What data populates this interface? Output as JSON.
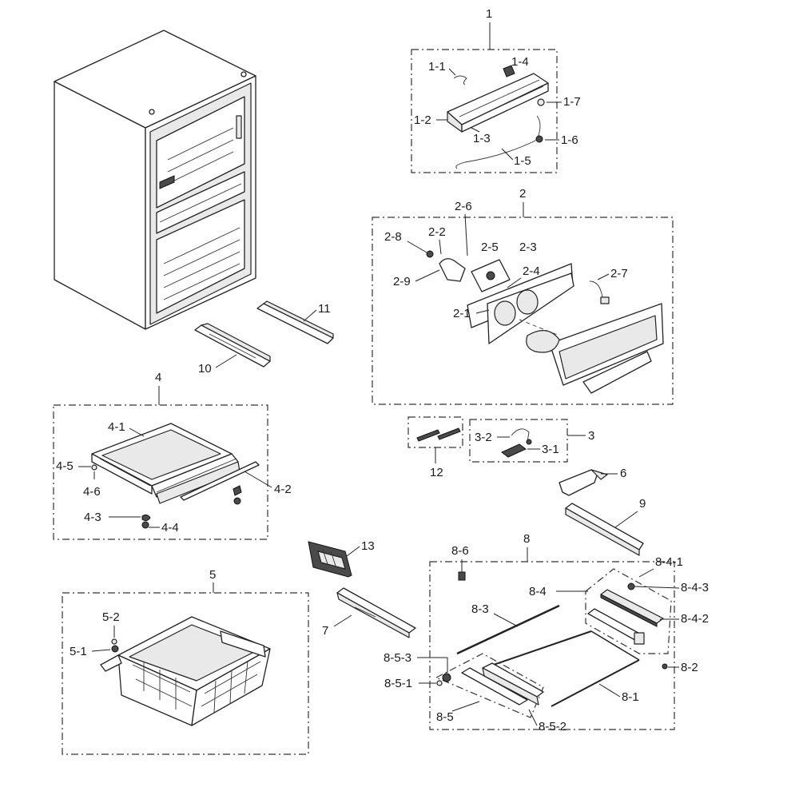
{
  "labels": {
    "g1": "1",
    "p1_1": "1-1",
    "p1_2": "1-2",
    "p1_3": "1-3",
    "p1_4": "1-4",
    "p1_5": "1-5",
    "p1_6": "1-6",
    "p1_7": "1-7",
    "g2": "2",
    "p2_1": "2-1",
    "p2_2": "2-2",
    "p2_3": "2-3",
    "p2_4": "2-4",
    "p2_5": "2-5",
    "p2_6": "2-6",
    "p2_7": "2-7",
    "p2_8": "2-8",
    "p2_9": "2-9",
    "g3": "3",
    "p3_1": "3-1",
    "p3_2": "3-2",
    "g4": "4",
    "p4_1": "4-1",
    "p4_2": "4-2",
    "p4_3": "4-3",
    "p4_4": "4-4",
    "p4_5": "4-5",
    "p4_6": "4-6",
    "g5": "5",
    "p5_1": "5-1",
    "p5_2": "5-2",
    "p6": "6",
    "p7": "7",
    "g8": "8",
    "p8_1": "8-1",
    "p8_2": "8-2",
    "p8_3": "8-3",
    "p8_4": "8-4",
    "p8_4_1": "8-4-1",
    "p8_4_2": "8-4-2",
    "p8_4_3": "8-4-3",
    "p8_5": "8-5",
    "p8_5_1": "8-5-1",
    "p8_5_2": "8-5-2",
    "p8_5_3": "8-5-3",
    "p8_6": "8-6",
    "p9": "9",
    "p10": "10",
    "p11": "11",
    "p12": "12",
    "p13": "13"
  }
}
